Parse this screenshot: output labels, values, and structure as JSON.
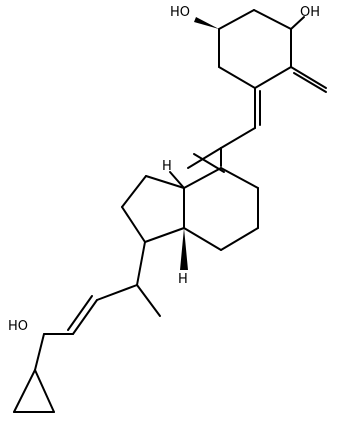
{
  "molecule": {
    "labels": {
      "oh_top_left": "HO",
      "oh_top_right": "OH",
      "h_ring_junction": "H",
      "methyl_label": "H",
      "oh_side_chain": "HO"
    },
    "colors": {
      "bond": "#000000",
      "background": "#ffffff"
    }
  }
}
